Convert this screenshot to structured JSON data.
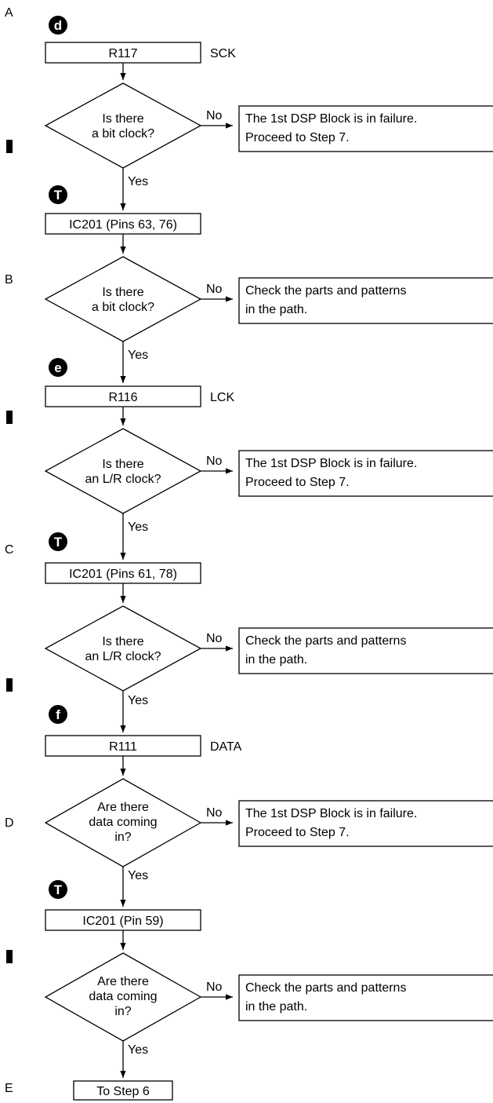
{
  "margin_letters": [
    "A",
    "B",
    "C",
    "D",
    "E"
  ],
  "steps": [
    {
      "badge": "d",
      "label": "R117",
      "side": "SCK",
      "decision": [
        "Is there",
        "a bit clock?"
      ],
      "yes": "Yes",
      "no": "No",
      "result": [
        "The 1st DSP Block is in failure.",
        "Proceed to Step 7."
      ]
    },
    {
      "badge": "T",
      "label": "IC201 (Pins 63, 76)",
      "decision": [
        "Is there",
        "a bit clock?"
      ],
      "yes": "Yes",
      "no": "No",
      "result": [
        "Check the parts and patterns",
        "in the path."
      ]
    },
    {
      "badge": "e",
      "label": "R116",
      "side": "LCK",
      "decision": [
        "Is there",
        "an L/R clock?"
      ],
      "yes": "Yes",
      "no": "No",
      "result": [
        "The 1st DSP Block is in failure.",
        "Proceed to Step 7."
      ]
    },
    {
      "badge": "T",
      "label": "IC201 (Pins 61, 78)",
      "decision": [
        "Is there",
        "an L/R clock?"
      ],
      "yes": "Yes",
      "no": "No",
      "result": [
        "Check the parts and patterns",
        "in the path."
      ]
    },
    {
      "badge": "f",
      "label": "R111",
      "side": "DATA",
      "decision": [
        "Are there",
        "data coming",
        "in?"
      ],
      "yes": "Yes",
      "no": "No",
      "result": [
        "The 1st DSP Block is in failure.",
        "Proceed to Step 7."
      ]
    },
    {
      "badge": "T",
      "label": "IC201 (Pin 59)",
      "decision": [
        "Are there",
        "data coming",
        "in?"
      ],
      "yes": "Yes",
      "no": "No",
      "result": [
        "Check the parts and patterns",
        "in the path."
      ]
    }
  ],
  "end_label": "To Step 6"
}
